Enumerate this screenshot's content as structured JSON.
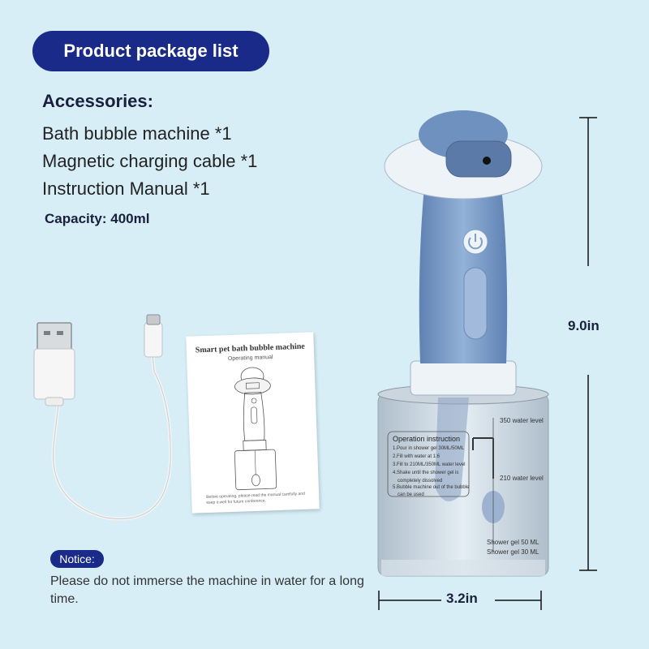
{
  "header": {
    "title": "Product package list"
  },
  "accessories": {
    "heading": "Accessories:",
    "items": [
      "Bath bubble machine *1",
      "Magnetic charging cable *1",
      "Instruction Manual *1"
    ]
  },
  "capacity": "Capacity: 400ml",
  "manual": {
    "title": "Smart pet bath bubble machine",
    "subtitle": "Operating manual",
    "footer": "Before operating, please read the manual carefully and keep it well for future conference."
  },
  "notice": {
    "label": "Notice:",
    "text": "Please do not immerse the machine in water for a long time."
  },
  "dimensions": {
    "height": "9.0in",
    "width": "3.2in"
  },
  "machine": {
    "instruction_title": "Operation instruction",
    "instructions": [
      "1.Pour in shower gel 30ML/50ML",
      "2.Fill with water at 1:6",
      "3.Fill to 210ML/350ML water level",
      "4.Shake until the shower gel is",
      "completely dissolved",
      "5.Bubble machine out of the bubble",
      "can be used"
    ],
    "level_350": "350 water level",
    "level_210": "210 water level",
    "gel_50": "Shower gel 50 ML",
    "gel_30": "Shower gel 30 ML"
  },
  "colors": {
    "badge": "#1a2a88",
    "background": "#d7eef7",
    "machine_body": "#7f9ec6"
  }
}
